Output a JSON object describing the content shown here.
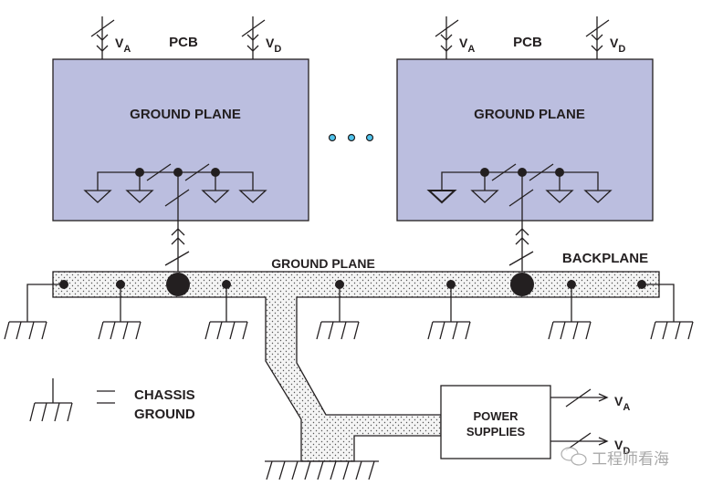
{
  "diagram": {
    "pcb_boards": [
      {
        "title": "PCB",
        "plane_label": "GROUND PLANE",
        "supply_a": "V",
        "supply_a_sub": "A",
        "supply_d": "V",
        "supply_d_sub": "D"
      },
      {
        "title": "PCB",
        "plane_label": "GROUND PLANE",
        "supply_a": "V",
        "supply_a_sub": "A",
        "supply_d": "V",
        "supply_d_sub": "D"
      }
    ],
    "backplane": {
      "plane_label": "GROUND PLANE",
      "label": "BACKPLANE"
    },
    "legend": {
      "equals": "=",
      "line1": "CHASSIS",
      "line2": "GROUND"
    },
    "power_supply": {
      "line1": "POWER",
      "line2": "SUPPLIES",
      "out_a": "V",
      "out_a_sub": "A",
      "out_d": "V",
      "out_d_sub": "D"
    },
    "watermark": "工程师看海",
    "colors": {
      "pcb_fill": "#bbbedf",
      "ink": "#231f20",
      "ellipsis_dots": "#4fc3ec",
      "plane_fill": "#f3f3f3"
    }
  }
}
